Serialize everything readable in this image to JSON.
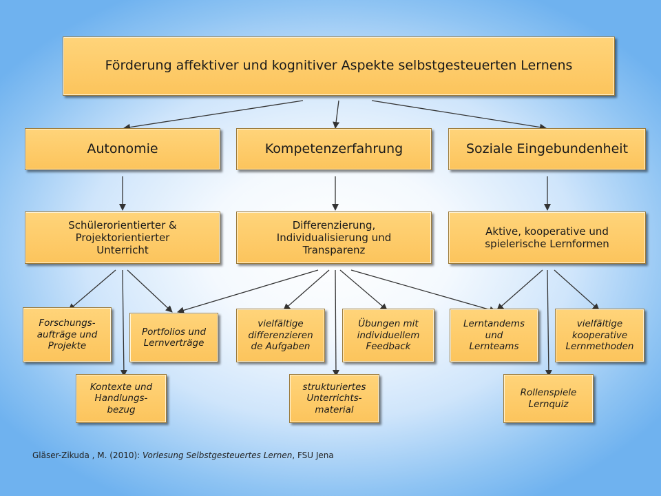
{
  "title": "Förderung affektiver und kognitiver Aspekte selbstgesteuerten Lernens",
  "needs": [
    "Autonomie",
    "Kompetenzerfahrung",
    "Soziale Eingebundenheit"
  ],
  "principles": [
    "Schülerorientierter &\nProjektorientierter\nUnterricht",
    "Differenzierung,\nIndividualisierung und\nTransparenz",
    "Aktive, kooperative und\nspielerische Lernformen"
  ],
  "methods": {
    "forschung": "Forschungs-\naufträge und\nProjekte",
    "kontexte": "Kontexte und\nHandlungs-\nbezug",
    "portfolios": "Portfolios und\nLernverträge",
    "vielf_diff": "vielfältige\ndifferenzieren\nde Aufgaben",
    "strukt": "strukturiertes\nUnterrichts-\nmaterial",
    "uebungen": "Übungen mit\nindividuellem\nFeedback",
    "lerntandems": "Lerntandems\nund\nLernteams",
    "rollenspiele": "Rollenspiele\nLernquiz",
    "vielf_koop": "vielfältige\nkooperative\nLernmethoden"
  },
  "citation": {
    "author": "Gläser-Zikuda , M. (2010): ",
    "work": "Vorlesung Selbstgesteuertes Lernen",
    "place": ", FSU Jena"
  },
  "colors": {
    "box_fill": "#fcc45c",
    "box_border": "#9b7a3a",
    "arrow": "#333333"
  }
}
